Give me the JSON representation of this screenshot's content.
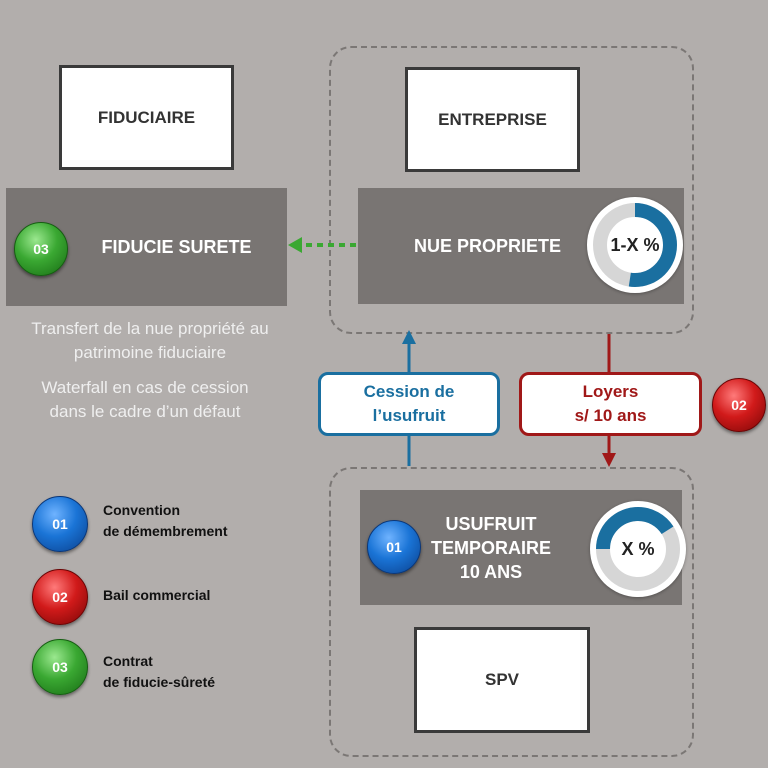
{
  "entities": {
    "fiduciaire": "FIDUCIAIRE",
    "entreprise": "ENTREPRISE",
    "spv": "SPV"
  },
  "rights": {
    "fiducie_surete": {
      "label": "FIDUCIE SURETE",
      "badge": "03"
    },
    "nue_propriete": {
      "label": "NUE PROPRIETE",
      "share_label": "1-X %"
    },
    "usufruit": {
      "label_lines": [
        "USUFRUIT",
        "TEMPORAIRE",
        "10 ANS"
      ],
      "badge": "01",
      "share_label": "X %"
    }
  },
  "flows": {
    "cession": {
      "lines": [
        "Cession de",
        "l’usufruit"
      ],
      "color": "#1a6fa0"
    },
    "loyers": {
      "lines": [
        "Loyers",
        "s/ 10 ans"
      ],
      "color": "#a01818",
      "badge": "02"
    }
  },
  "notes": {
    "transfert": [
      "Transfert de la nue propriété au",
      "patrimoine fiduciaire"
    ],
    "waterfall": [
      "Waterfall en cas de cession",
      "dans le cadre d’un défaut"
    ]
  },
  "legend": [
    {
      "badge": "01",
      "color": "blue",
      "lines": [
        "Convention",
        "de démembrement"
      ]
    },
    {
      "badge": "02",
      "color": "red",
      "lines": [
        "Bail commercial"
      ]
    },
    {
      "badge": "03",
      "color": "green",
      "lines": [
        "Contrat",
        "de fiducie-sûreté"
      ]
    }
  ],
  "colors": {
    "background": "#b2aeac",
    "grey_box": "#797573",
    "donut_fill": "#1a6fa0",
    "donut_track": "#d6d6d6",
    "dashed_arrow": "#3aa832"
  }
}
